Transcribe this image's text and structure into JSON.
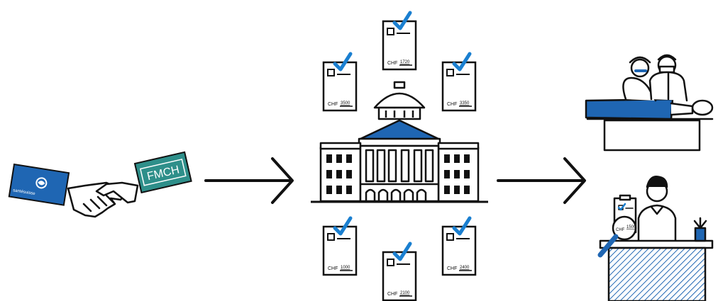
{
  "colors": {
    "ink": "#111111",
    "blue": "#1f66b3",
    "check": "#1a7fd0",
    "teal": "#2e8f8a",
    "hatch": "#1f66b3"
  },
  "handshake": {
    "left_card_text": "santésuisse",
    "right_card_text": "FMCH"
  },
  "forms": [
    {
      "currency": "CHF",
      "amount": "1720",
      "checked": true
    },
    {
      "currency": "CHF",
      "amount": "3500",
      "checked": true
    },
    {
      "currency": "CHF",
      "amount": "3350",
      "checked": true
    },
    {
      "currency": "CHF",
      "amount": "1000",
      "checked": true
    },
    {
      "currency": "CHF",
      "amount": "2100",
      "checked": true
    },
    {
      "currency": "CHF",
      "amount": "2400",
      "checked": true
    }
  ],
  "desk_form": {
    "currency": "CHF",
    "amount": "1500"
  },
  "icons": [
    "handshake-icon",
    "arrow-right-icon",
    "parliament-building-icon",
    "surgery-icon",
    "office-desk-icon",
    "magnifier-icon",
    "plant-icon"
  ]
}
